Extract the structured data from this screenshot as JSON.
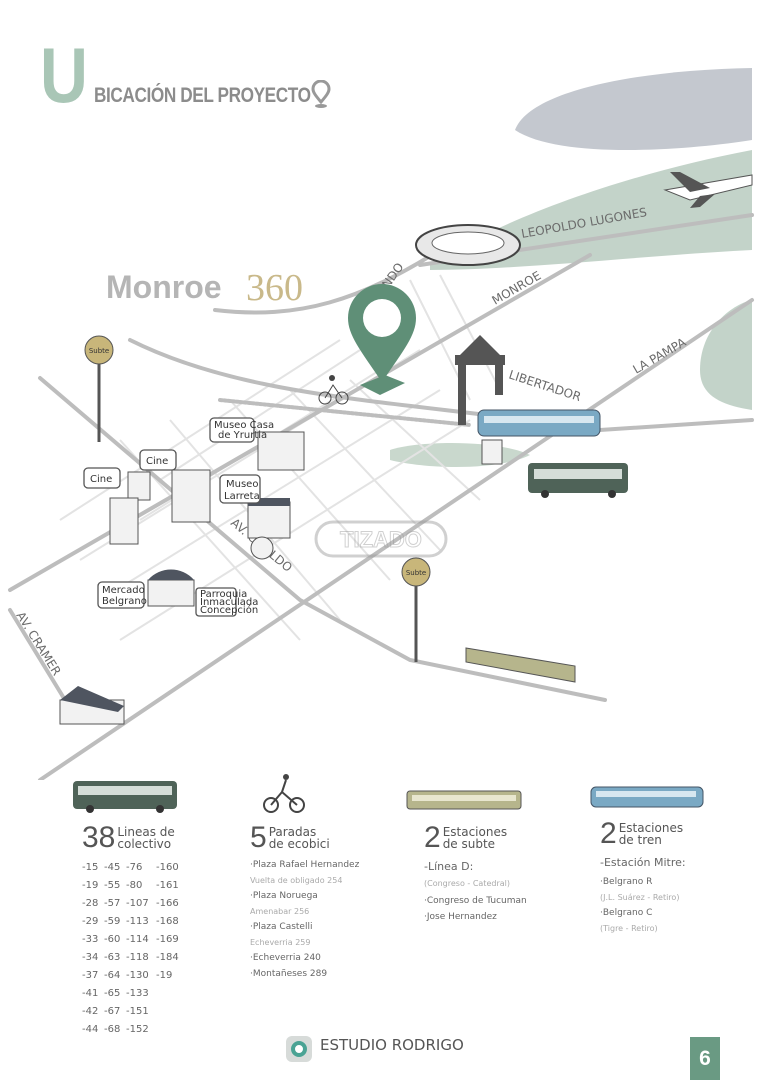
{
  "header": {
    "title_initial": "U",
    "title_rest": "BICACIÓN DEL PROYECTO",
    "icon": "location-pin-icon"
  },
  "map": {
    "logo_brand": "Monroe",
    "logo_number": "360",
    "watermark": "TIZADO",
    "streets": {
      "udaondo": "UDAONDO",
      "leopoldo_lugones": "LEOPOLDO LUGONES",
      "monroe": "MONROE",
      "libertador": "LIBERTADOR",
      "la_pampa": "LA PAMPA",
      "cabildo": "AV. CABILDO",
      "cramer": "AV. CRAMER"
    },
    "places": {
      "museo_casa": "Museo Casa",
      "museo_casa_2": "de Yrurtia",
      "cine1": "Cine",
      "cine2": "Cine",
      "museo_larreta": "Museo",
      "museo_larreta_2": "Larreta",
      "mercado": "Mercado",
      "mercado_2": "Belgrano",
      "parroquia": "Parroquia",
      "parroquia_2": "Inmaculada",
      "parroquia_3": "Concepción",
      "subte_sign": "Subte"
    },
    "colors": {
      "pin": "#5f8f77",
      "park": "#b9cbbf",
      "water": "#c4c8cf"
    }
  },
  "stats": {
    "colectivo": {
      "count": "38",
      "line1": "Lineas de",
      "line2": "colectivo",
      "lines": [
        "-15",
        "-45",
        "-76",
        "-160",
        "-19",
        "-55",
        "-80",
        "-161",
        "-28",
        "-57",
        "-107",
        "-166",
        "-29",
        "-59",
        "-113",
        "-168",
        "-33",
        "-60",
        "-114",
        "-169",
        "-34",
        "-63",
        "-118",
        "-184",
        "-37",
        "-64",
        "-130",
        "-19",
        "-41",
        "-65",
        "-133",
        "",
        "-42",
        "-67",
        "-151",
        "",
        "-44",
        "-68",
        "-152",
        ""
      ]
    },
    "ecobici": {
      "count": "5",
      "line1": "Paradas",
      "line2": "de ecobici",
      "items": [
        {
          "name": "·Plaza Rafael Hernandez",
          "sub": "Vuelta de obligado 254"
        },
        {
          "name": "·Plaza Noruega",
          "sub": "Amenabar 256"
        },
        {
          "name": "·Plaza Castelli",
          "sub": "Echeverria 259"
        },
        {
          "name": "·Echeverria 240",
          "sub": ""
        },
        {
          "name": "·Montañeses 289",
          "sub": ""
        }
      ]
    },
    "subte": {
      "count": "2",
      "line1": "Estaciones",
      "line2": "de subte",
      "heading": "-Línea D:",
      "heading_sub": "(Congreso - Catedral)",
      "items": [
        "·Congreso de Tucuman",
        "·Jose Hernandez"
      ]
    },
    "tren": {
      "count": "2",
      "line1": "Estaciones",
      "line2": "de tren",
      "heading": "-Estación Mitre:",
      "items": [
        {
          "name": "·Belgrano R",
          "sub": "(J.L. Suárez - Retiro)"
        },
        {
          "name": "·Belgrano C",
          "sub": "(Tigre - Retiro)"
        }
      ]
    }
  },
  "footer": {
    "brand": "ESTUDIO RODRIGO",
    "page_number": "6"
  }
}
